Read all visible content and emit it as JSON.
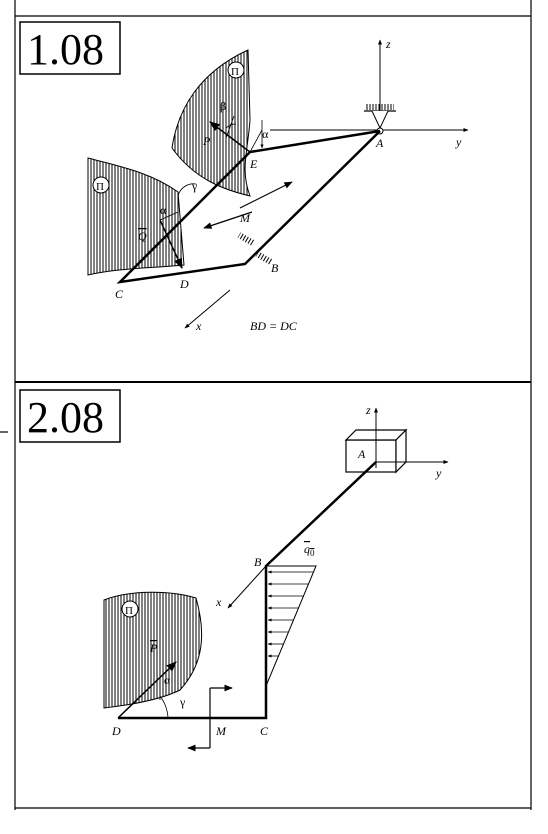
{
  "figure1": {
    "number": "1.08",
    "labels": {
      "z": "z",
      "y": "y",
      "x": "x",
      "A": "A",
      "B": "B",
      "C": "C",
      "D": "D",
      "E": "E",
      "P": "P",
      "Q": "Q",
      "M": "M",
      "alpha_top": "α",
      "alpha_q": "α",
      "beta": "β",
      "gamma": "γ",
      "pi_top": "Π",
      "pi_left": "Π",
      "condition": "BD = DC"
    }
  },
  "figure2": {
    "number": "2.08",
    "labels": {
      "z": "z",
      "y": "y",
      "x": "x",
      "A": "A",
      "B": "B",
      "C": "C",
      "D": "D",
      "P": "P",
      "M": "M",
      "q0": "q",
      "q0_sub": "0",
      "alpha": "α",
      "gamma": "γ",
      "pi": "Π"
    }
  }
}
